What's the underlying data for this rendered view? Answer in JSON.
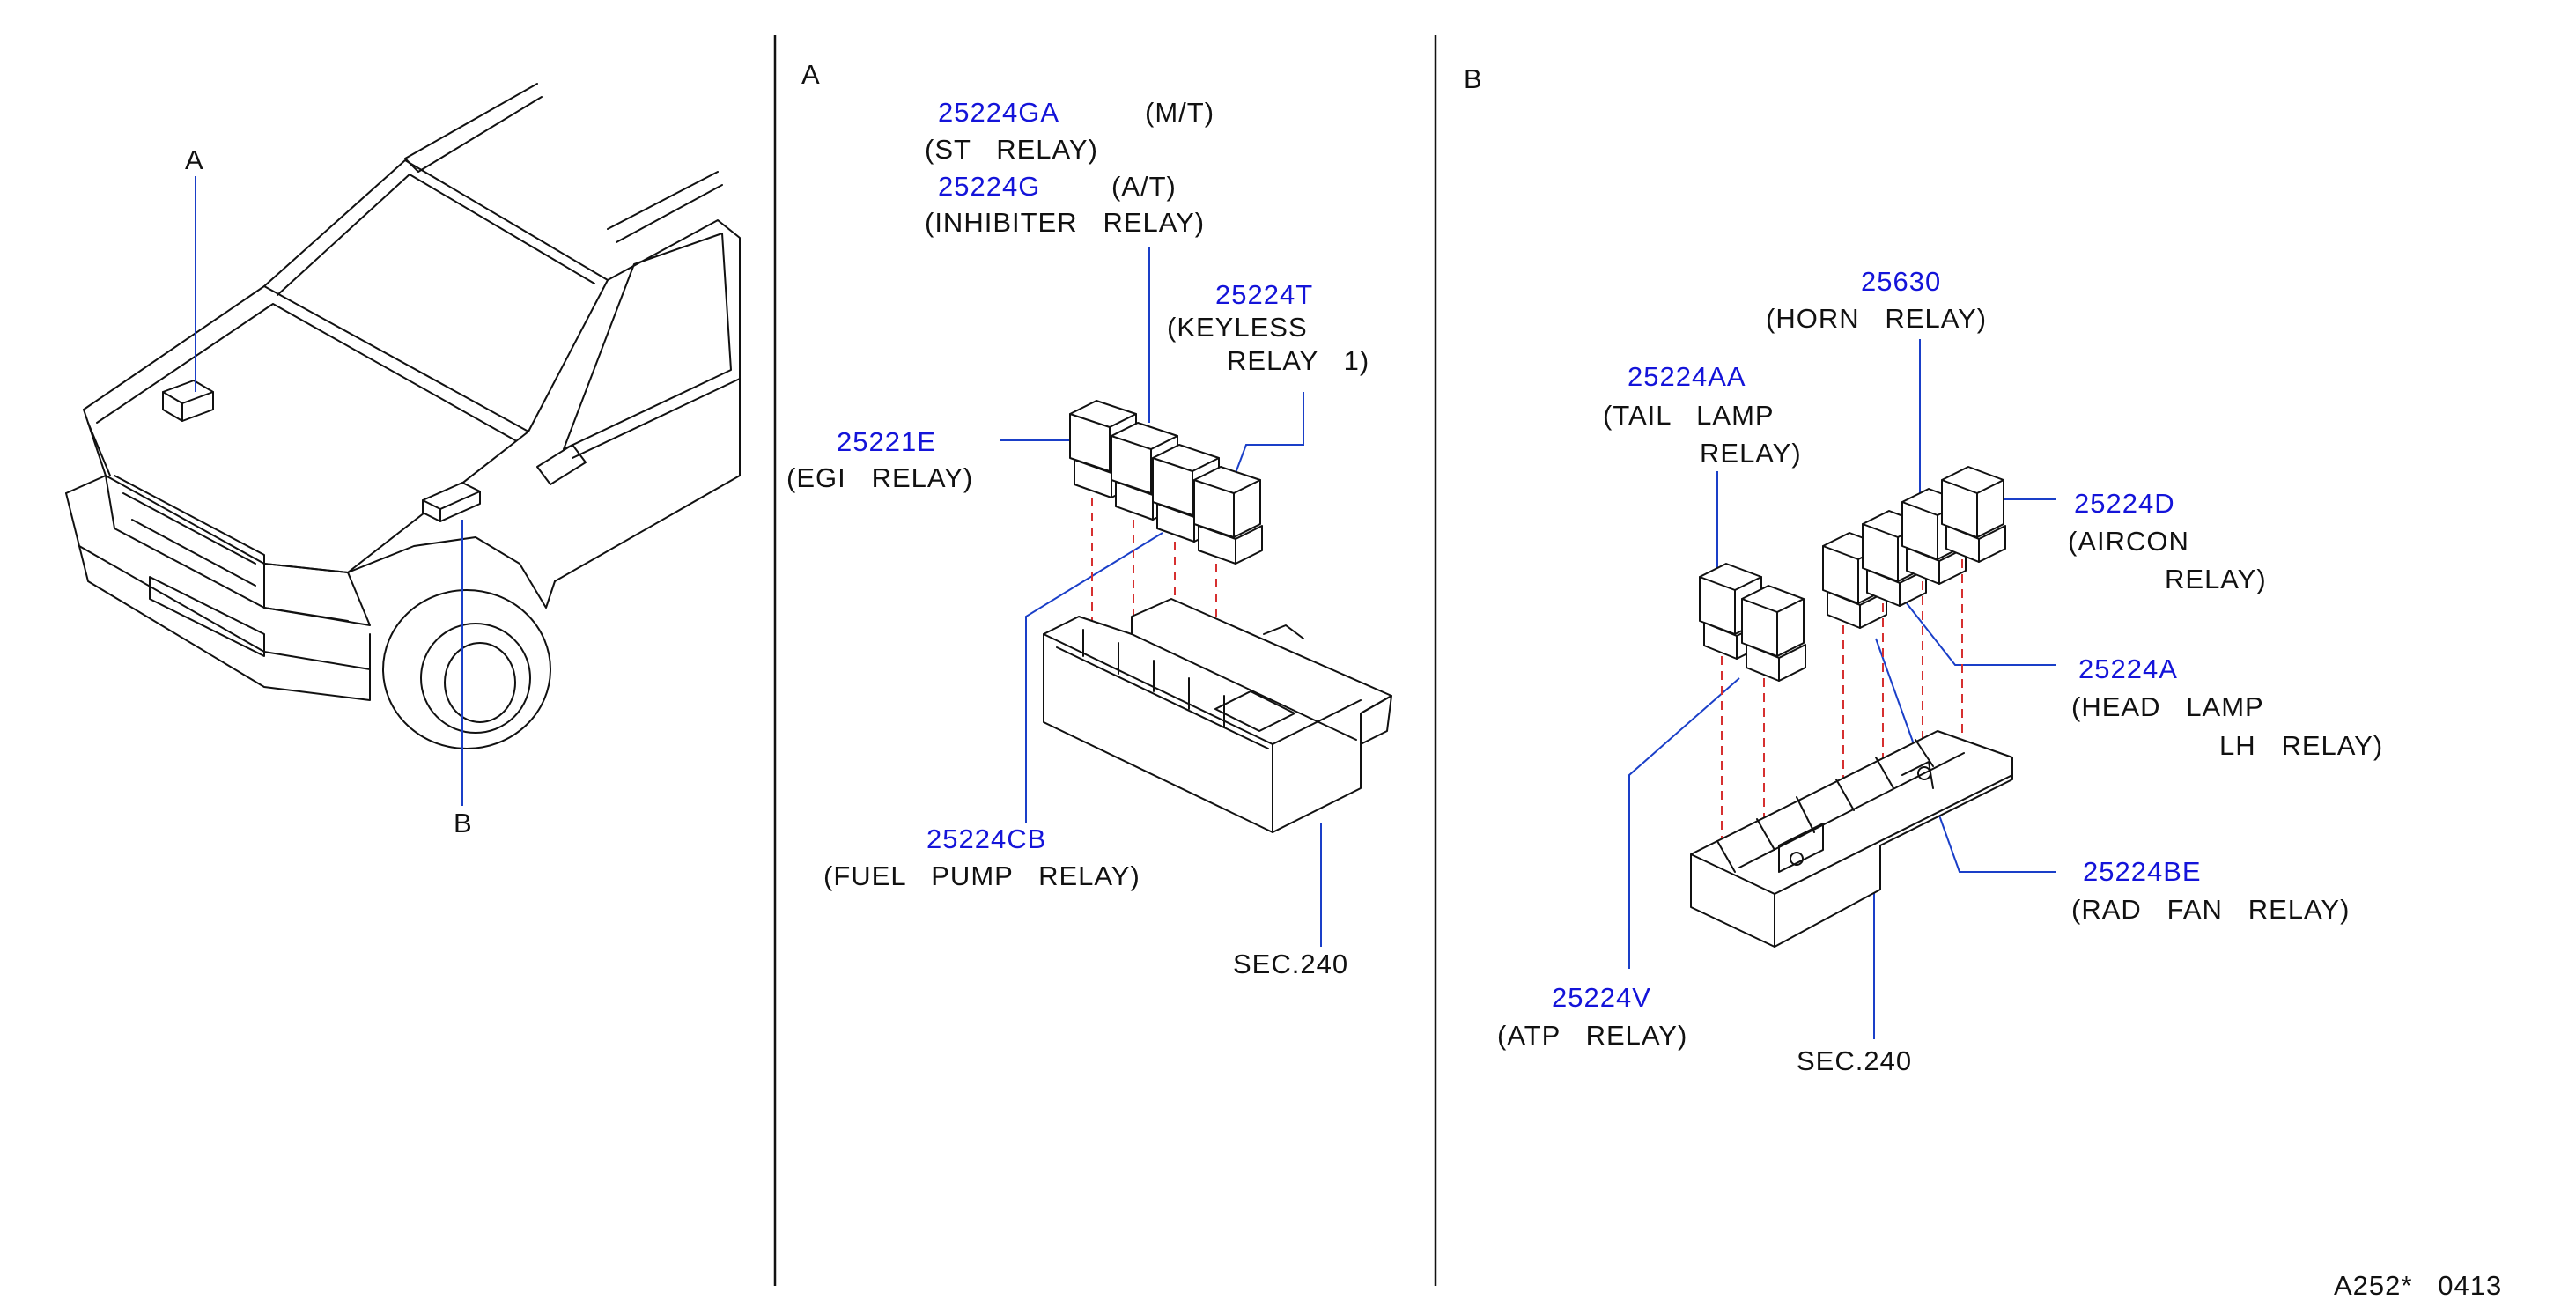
{
  "callouts": {
    "car_a": "A",
    "car_b": "B",
    "section_a": "A",
    "section_b": "B"
  },
  "section_a": {
    "st_relay": {
      "part": "25224GA",
      "note": "(M/T)",
      "desc": "(ST   RELAY)"
    },
    "inhibiter_relay": {
      "part": "25224G",
      "note": "(A/T)",
      "desc": "(INHIBITER   RELAY)"
    },
    "keyless_relay": {
      "part": "25224T",
      "desc1": "(KEYLESS",
      "desc2": "RELAY   1)"
    },
    "egi_relay": {
      "part": "25221E",
      "desc": "(EGI   RELAY)"
    },
    "fuel_pump_relay": {
      "part": "25224CB",
      "desc": "(FUEL   PUMP   RELAY)"
    },
    "sec_ref": "SEC.240"
  },
  "section_b": {
    "horn_relay": {
      "part": "25630",
      "desc": "(HORN   RELAY)"
    },
    "tail_lamp_relay": {
      "part": "25224AA",
      "desc1": "(TAIL   LAMP",
      "desc2": "RELAY)"
    },
    "aircon_relay": {
      "part": "25224D",
      "desc1": "(AIRCON",
      "desc2": "RELAY)"
    },
    "head_lamp_relay": {
      "part": "25224A",
      "desc1": "(HEAD   LAMP",
      "desc2": "LH   RELAY)"
    },
    "rad_fan_relay": {
      "part": "25224BE",
      "desc": "(RAD   FAN   RELAY)"
    },
    "atp_relay": {
      "part": "25224V",
      "desc": "(ATP   RELAY)"
    },
    "sec_ref": "SEC.240"
  },
  "footer": {
    "code": "A252*   0413"
  },
  "colors": {
    "part_number": "#1414d9",
    "leader": "#1a3fc8",
    "alignment": "#d63030",
    "line": "#111111"
  }
}
